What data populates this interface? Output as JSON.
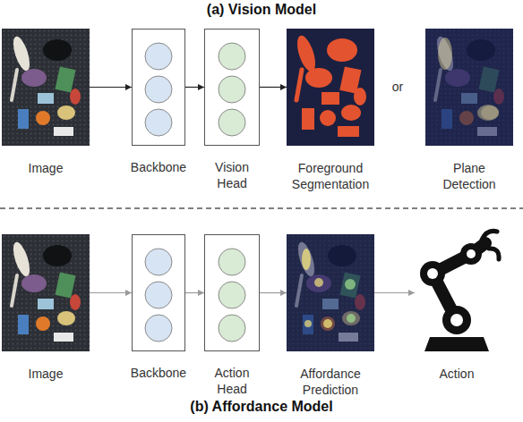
{
  "diagram": {
    "nodes": [
      {
        "text": [
          "Image"
        ]
      },
      {
        "text": [
          "Backbone"
        ]
      },
      {
        "text": [
          "Vision Head"
        ]
      },
      {
        "text": [
          "Foreground Segmentation"
        ]
      },
      {
        "text": [
          "Plane Detection"
        ]
      },
      {
        "text": [
          "Image"
        ]
      },
      {
        "text": [
          "Backbone"
        ]
      },
      {
        "text": [
          "Action Head"
        ]
      },
      {
        "text": [
          "Affordance Prediction"
        ]
      },
      {
        "text": [
          "Action"
        ]
      }
    ],
    "edges": [
      {
        "from": 0,
        "to": 1,
        "arrow": "to"
      },
      {
        "from": 1,
        "to": 2,
        "arrow": "to"
      },
      {
        "from": 2,
        "to": 3,
        "arrow": "to"
      },
      {
        "from": 5,
        "to": 6,
        "arrow": "to"
      },
      {
        "from": 6,
        "to": 7,
        "arrow": "to"
      },
      {
        "from": 7,
        "to": 8,
        "arrow": "to"
      },
      {
        "from": 8,
        "to": 9,
        "arrow": "to"
      }
    ],
    "labels": [
      "(a) Vision Model",
      "or",
      "(b) Affordance Model"
    ]
  }
}
